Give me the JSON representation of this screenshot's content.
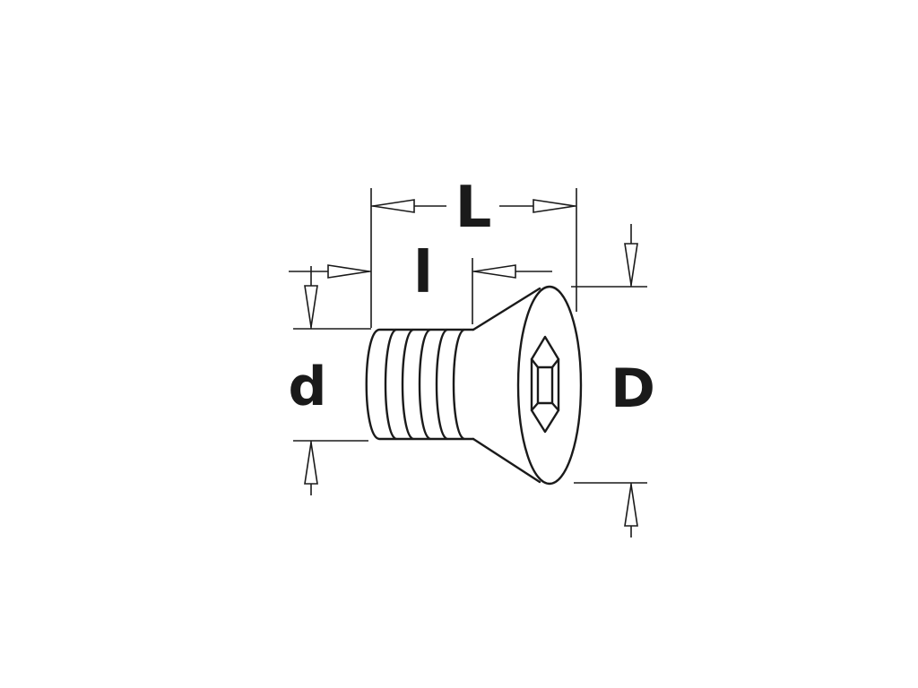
{
  "labels": {
    "total_length": "L",
    "thread_length": "l",
    "thread_diameter": "d",
    "head_diameter": "D"
  },
  "colors": {
    "line": "#1a1a1a",
    "background": "#ffffff"
  },
  "icons": {
    "drive": "square-drive-recess-icon"
  }
}
